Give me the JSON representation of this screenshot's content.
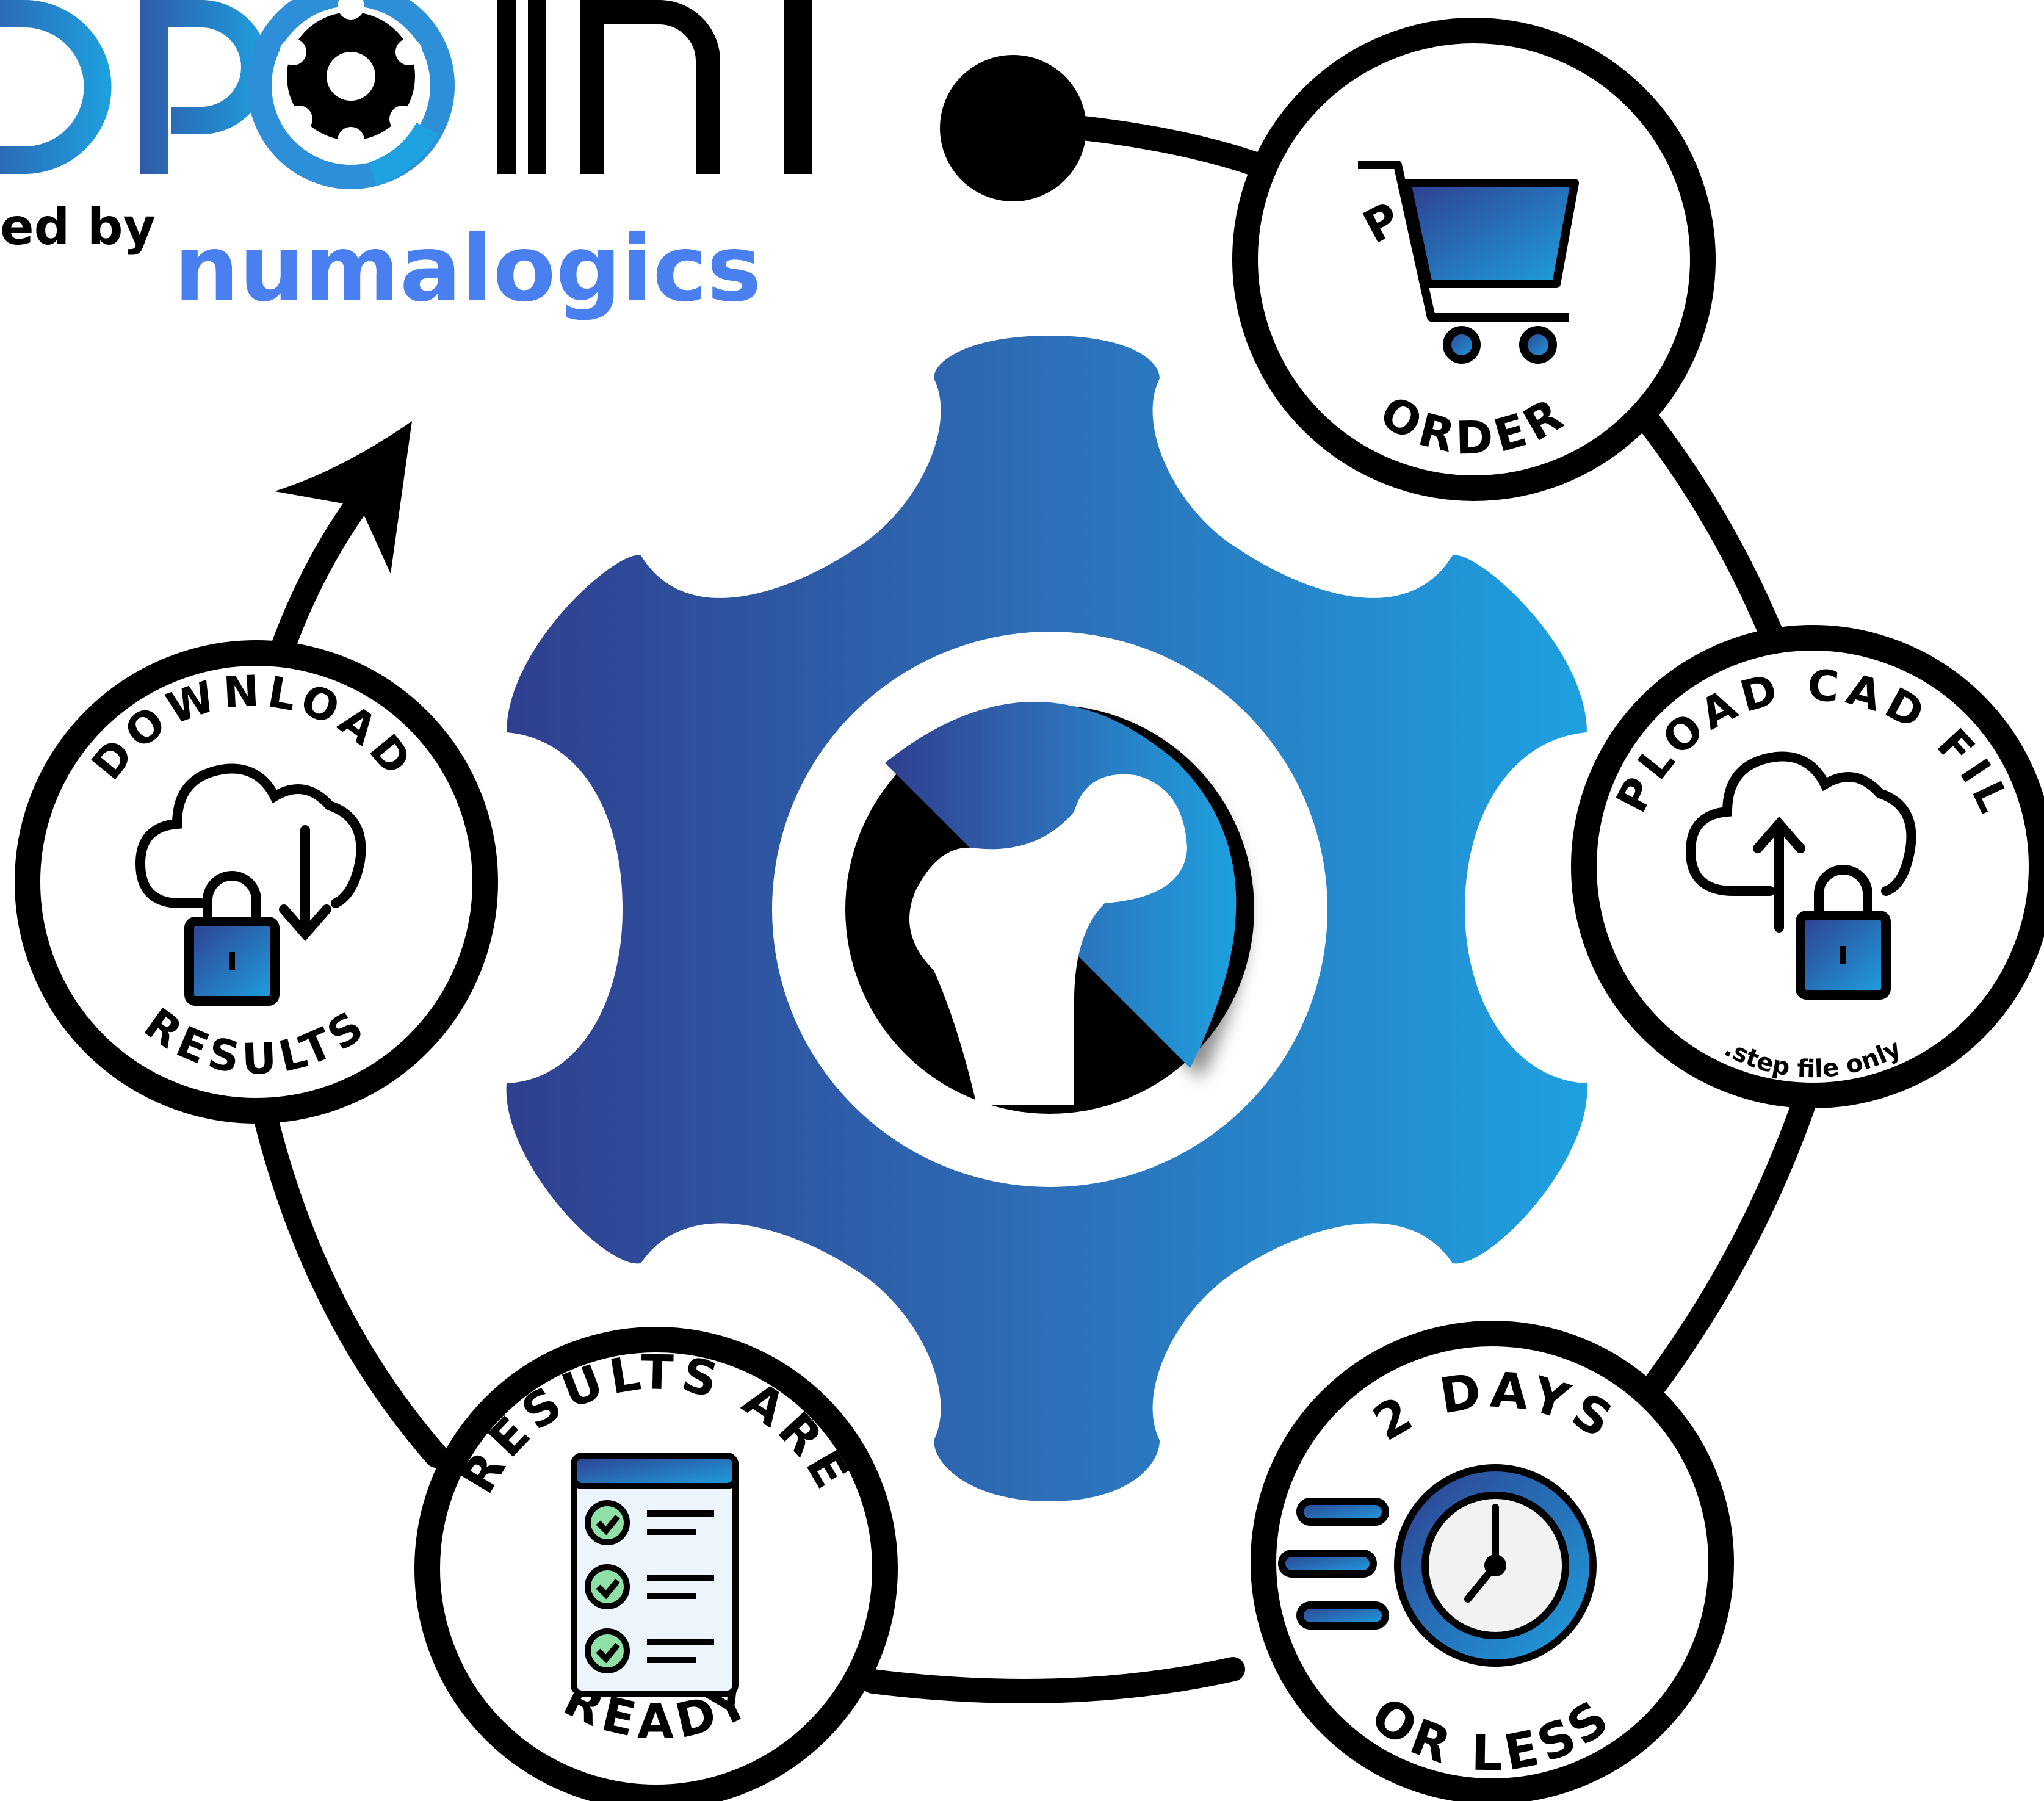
{
  "brand": {
    "logo_text": "DPOINT",
    "powered_by": "ed by",
    "company": "numalogics",
    "colors": {
      "blue_dark": "#2f3f8f",
      "blue_mid": "#2d6fb8",
      "blue_light": "#1ea1e0",
      "company": "#4a7ff0",
      "ring": "#000000"
    }
  },
  "steps": [
    {
      "id": "place-order",
      "top": "PLACE",
      "bottom": "ORDER",
      "note": "",
      "icon": "shopping-cart-icon"
    },
    {
      "id": "upload-cad",
      "top": "UPLOAD CAD FILE",
      "bottom": "",
      "note": ".step file only",
      "icon": "cloud-upload-lock-icon"
    },
    {
      "id": "two-days",
      "top": "2 DAYS",
      "bottom": "OR LESS",
      "note": "",
      "icon": "speed-clock-icon"
    },
    {
      "id": "results-ready",
      "top": "RESULTS ARE",
      "bottom": "READY",
      "note": "",
      "icon": "checklist-icon"
    },
    {
      "id": "download",
      "top": "DOWNLOAD",
      "bottom": "RESULTS",
      "note": "",
      "icon": "cloud-download-lock-icon"
    }
  ],
  "center": {
    "icon": "bone-gear-logo-icon"
  }
}
